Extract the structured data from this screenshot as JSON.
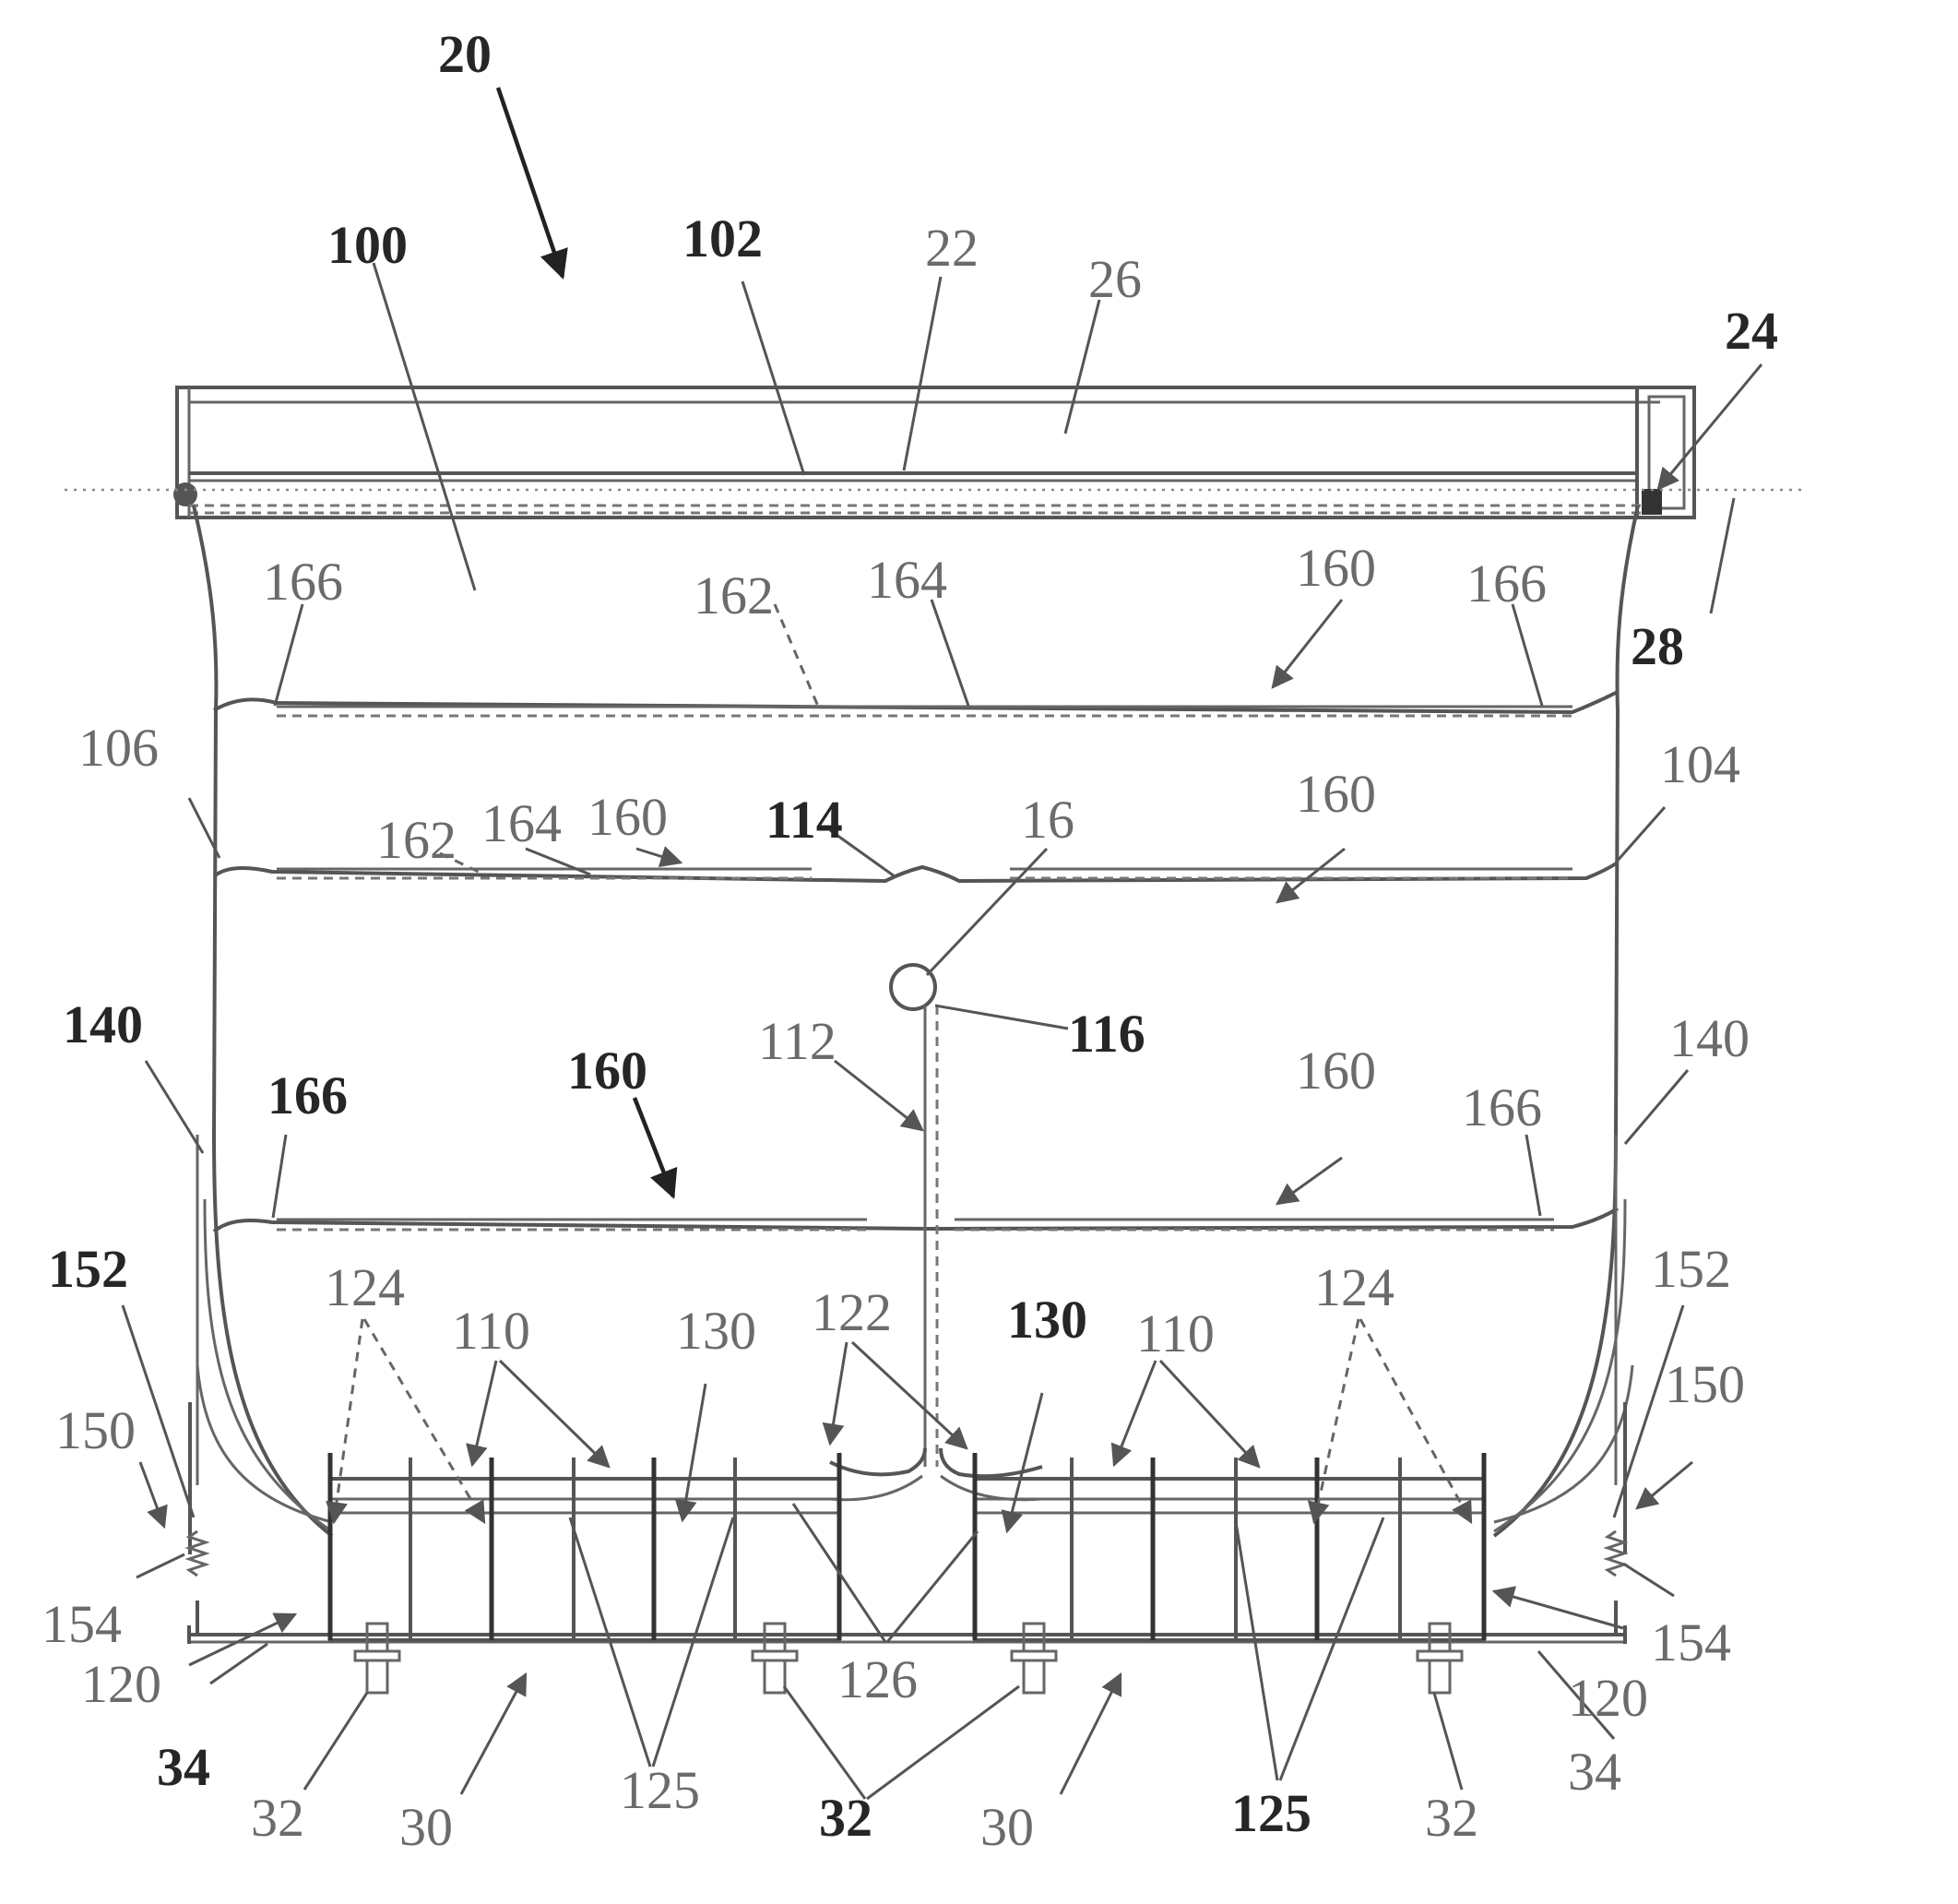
{
  "figure": {
    "ref_20": "20",
    "ref_100": "100",
    "ref_102": "102",
    "ref_22": "22",
    "ref_26": "26",
    "ref_24": "24",
    "ref_28": "28",
    "ref_166": "166",
    "ref_162": "162",
    "ref_164": "164",
    "ref_160": "160",
    "ref_106": "106",
    "ref_104": "104",
    "ref_114": "114",
    "ref_16": "16",
    "ref_116": "116",
    "ref_112": "112",
    "ref_140": "140",
    "ref_152": "152",
    "ref_150": "150",
    "ref_154": "154",
    "ref_124": "124",
    "ref_110": "110",
    "ref_130": "130",
    "ref_122": "122",
    "ref_126": "126",
    "ref_120": "120",
    "ref_34": "34",
    "ref_32": "32",
    "ref_30": "30",
    "ref_125": "125"
  }
}
